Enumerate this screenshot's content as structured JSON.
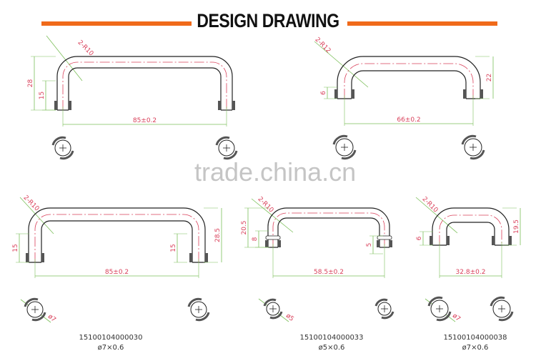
{
  "header": {
    "title": "DESIGN DRAWING",
    "accent_color": "#f06a1a"
  },
  "watermark": "trade.china.cn",
  "colors": {
    "outline": "#222222",
    "centerline": "#d9405a",
    "dimension": "#7cbf5a",
    "dimension_text": "#d9405a"
  },
  "drawings": [
    {
      "radius": "2-R10",
      "overall_height": "28",
      "leg_height": "15",
      "span": "85±0.2"
    },
    {
      "radius": "2-R12",
      "overall_height": "22",
      "leg_height": "6",
      "span": "66±0.2"
    },
    {
      "radius": "2-R10",
      "overall_height": "28.5",
      "leg_height": "15",
      "leg_height_right": "15",
      "span": "85±0.2",
      "diameter": "ø7",
      "part_no": "15100104000030",
      "spec": "ø7×0.6"
    },
    {
      "radius": "2-R10",
      "overall_height": "20.5",
      "leg_height": "8",
      "leg_height_right": "5",
      "span": "58.5±0.2",
      "diameter": "ø5",
      "part_no": "15100104000033",
      "spec": "ø5×0.6"
    },
    {
      "radius": "2-R10",
      "overall_height": "19.5",
      "leg_height": "6",
      "span": "32.8±0.2",
      "diameter": "ø7",
      "part_no": "15100104000038",
      "spec": "ø7×0.6"
    }
  ]
}
